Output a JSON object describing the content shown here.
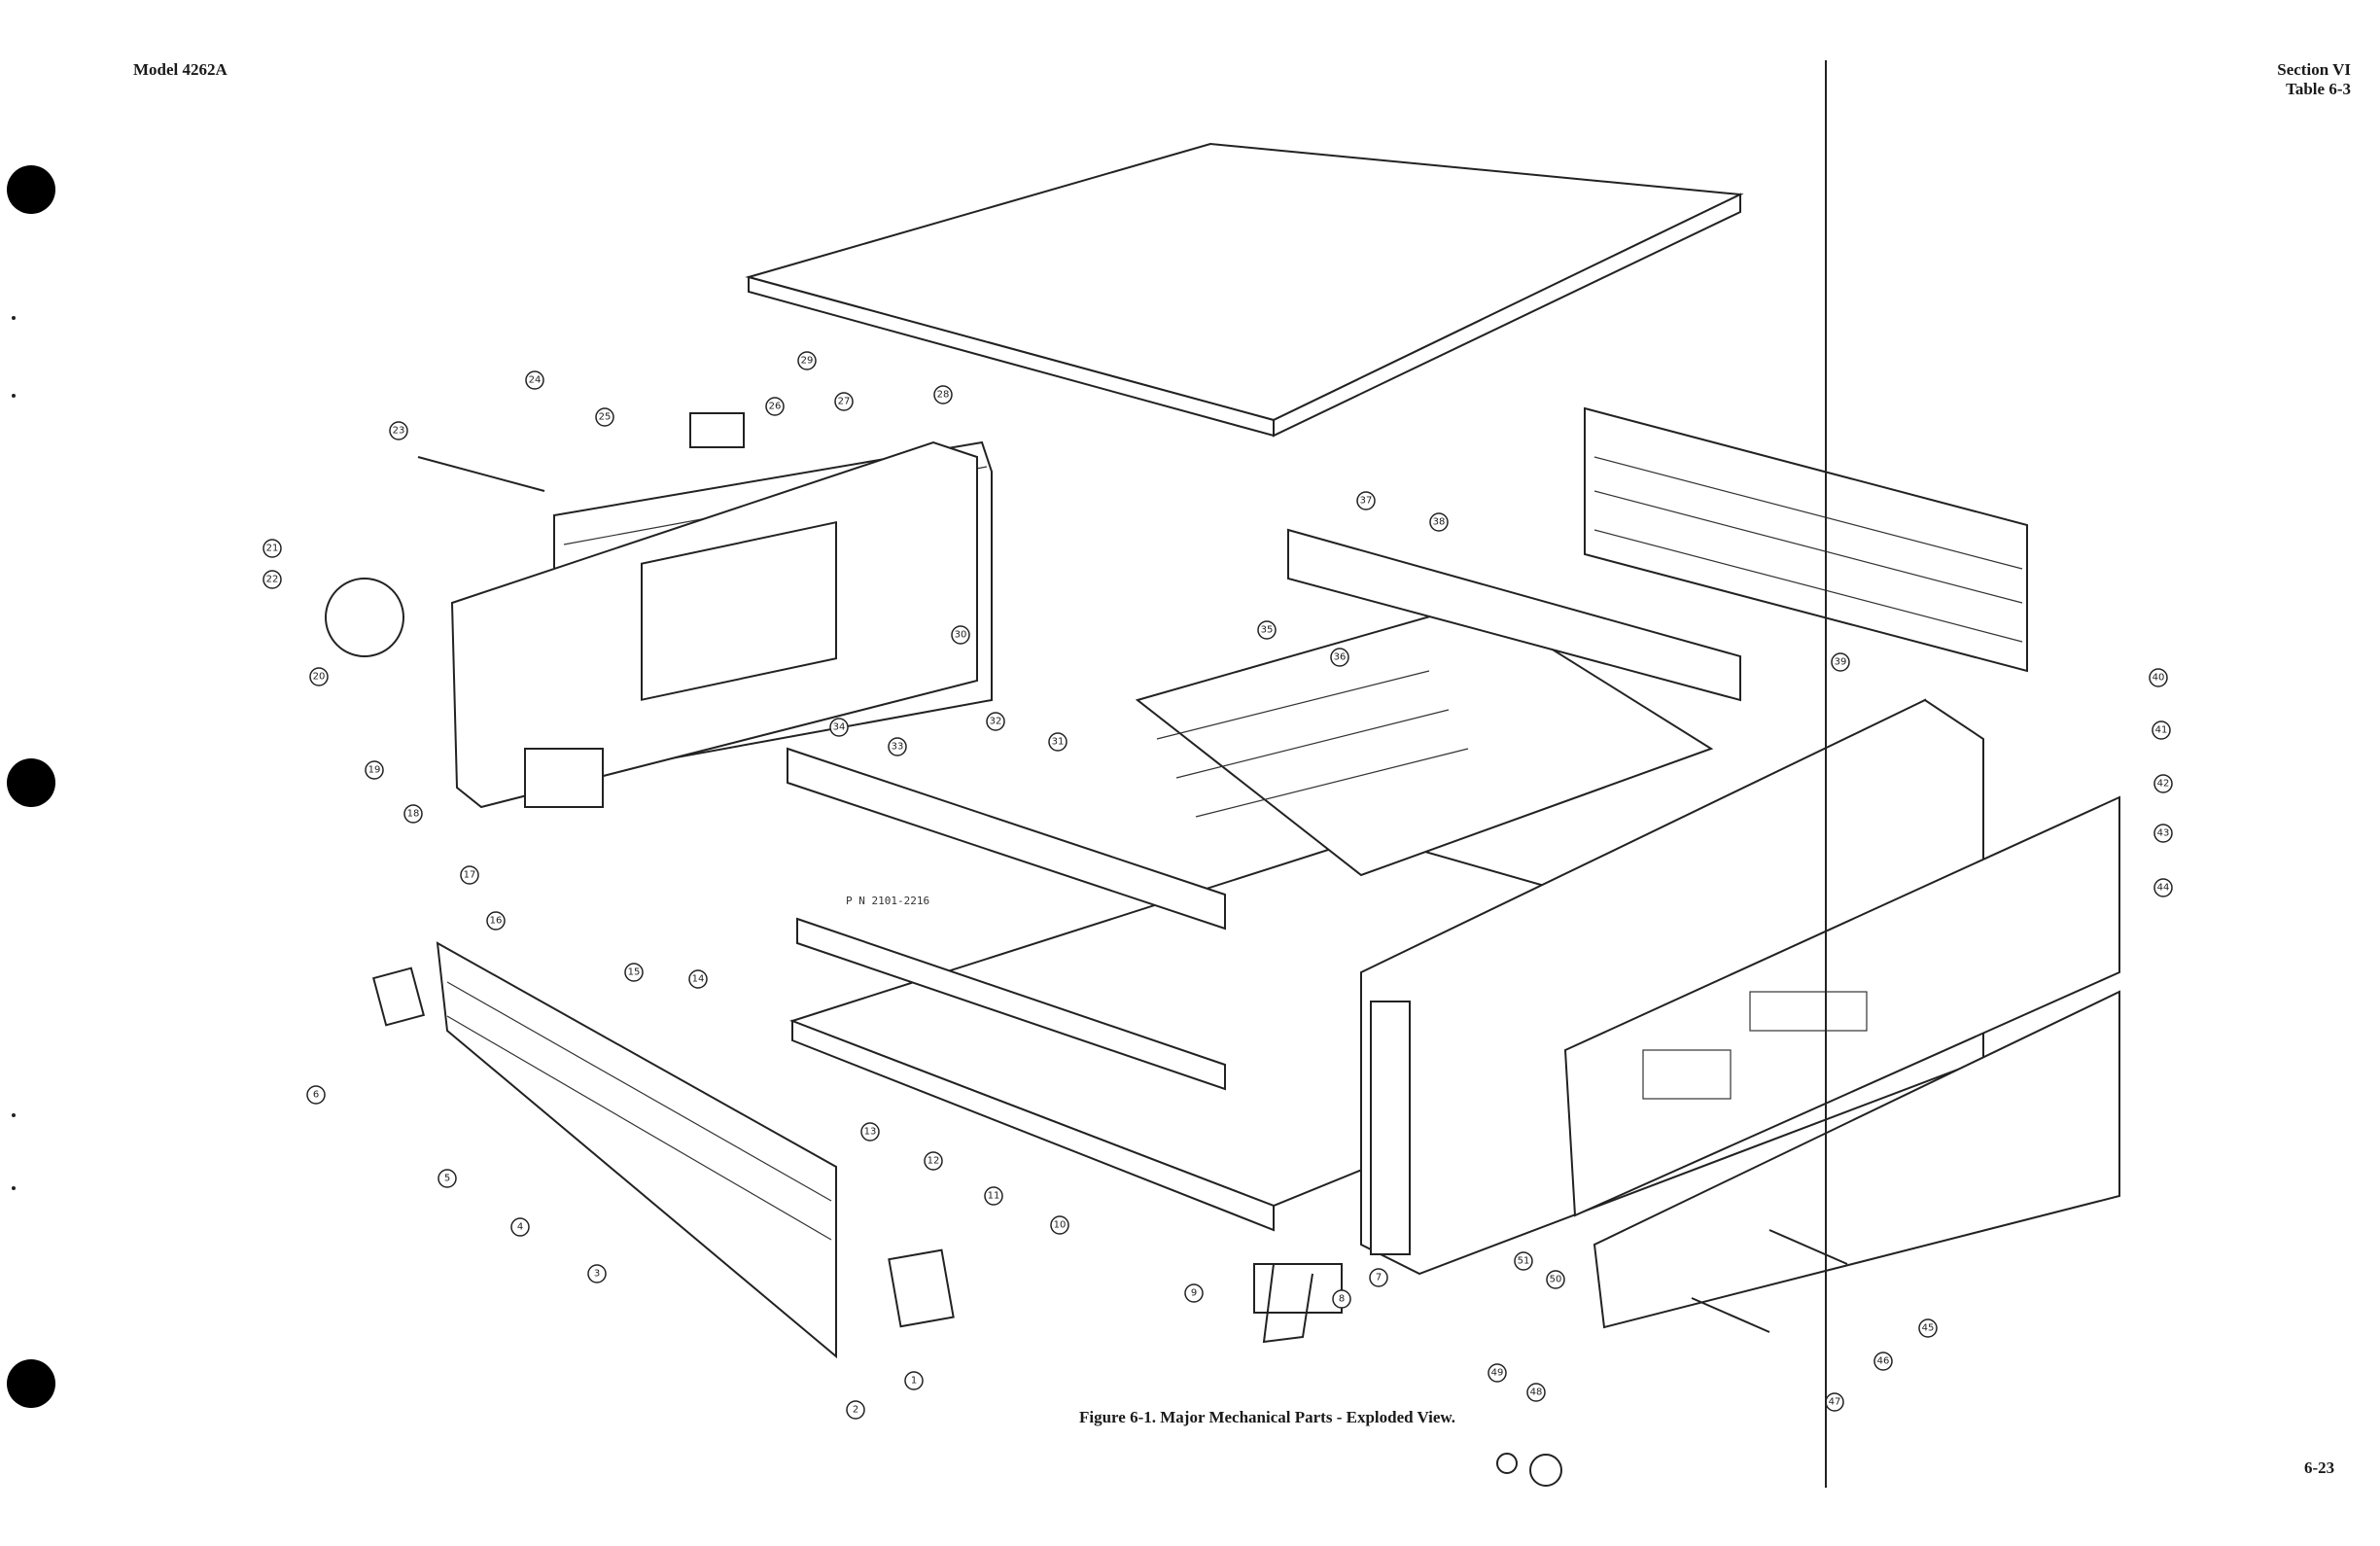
{
  "header": {
    "model": "Model 4262A",
    "section": "Section VI",
    "table": "Table 6-3"
  },
  "figure": {
    "caption": "Figure 6-1.  Major Mechanical Parts - Exploded View.",
    "part_number_label": "P N  2101-2216",
    "callouts": [
      "1",
      "2",
      "3",
      "4",
      "5",
      "6",
      "7",
      "8",
      "9",
      "10",
      "11",
      "12",
      "13",
      "14",
      "15",
      "16",
      "17",
      "18",
      "19",
      "20",
      "21",
      "22",
      "23",
      "24",
      "25",
      "26",
      "27",
      "28",
      "29",
      "30",
      "31",
      "32",
      "33",
      "34",
      "35",
      "36",
      "37",
      "38",
      "39",
      "40",
      "41",
      "42",
      "43",
      "44",
      "45",
      "46",
      "47",
      "48",
      "49",
      "50",
      "51"
    ]
  },
  "footer": {
    "page_number": "6-23"
  }
}
